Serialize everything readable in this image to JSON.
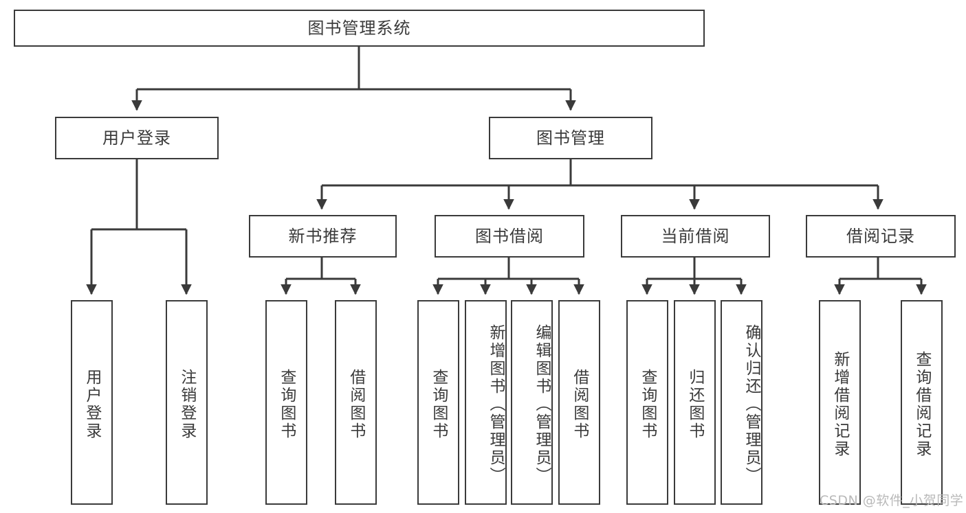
{
  "diagram": {
    "title": "图书管理系统",
    "type": "tree-hierarchy-diagram",
    "colors": {
      "stroke": "#3a3a3a",
      "fill": "#ffffff",
      "text": "#3a3a3a",
      "watermark": "#b9b9b9"
    },
    "root": {
      "label": "图书管理系统"
    },
    "level2": [
      {
        "label": "用户登录"
      },
      {
        "label": "图书管理"
      }
    ],
    "level3": [
      {
        "label": "新书推荐"
      },
      {
        "label": "图书借阅"
      },
      {
        "label": "当前借阅"
      },
      {
        "label": "借阅记录"
      }
    ],
    "leaves": {
      "user_login": [
        {
          "label": "用户登录"
        },
        {
          "label": "注销登录"
        }
      ],
      "new_book_recommend": [
        {
          "label": "查询图书"
        },
        {
          "label": "借阅图书"
        }
      ],
      "book_borrow": [
        {
          "label": "查询图书"
        },
        {
          "label": "新增图书（管理员）"
        },
        {
          "label": "编辑图书（管理员）"
        },
        {
          "label": "借阅图书"
        }
      ],
      "current_borrow": [
        {
          "label": "查询图书"
        },
        {
          "label": "归还图书"
        },
        {
          "label": "确认归还（管理员）"
        }
      ],
      "borrow_record": [
        {
          "label": "新增借阅记录"
        },
        {
          "label": "查询借阅记录"
        }
      ]
    }
  },
  "watermark": {
    "text": "CSDN @软件_小贺同学"
  }
}
